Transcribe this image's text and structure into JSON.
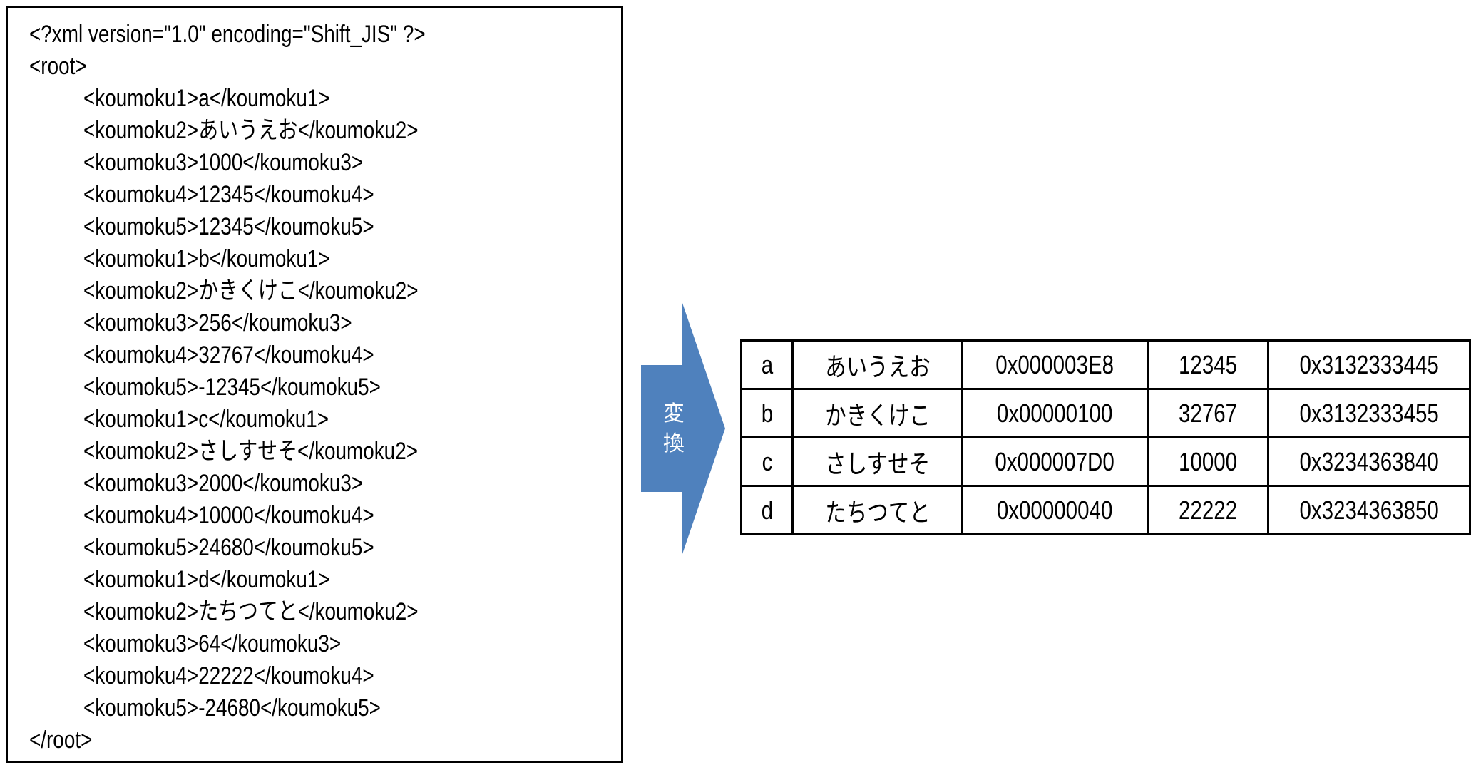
{
  "xml": {
    "lines": [
      {
        "text": "<?xml version=\"1.0\" encoding=\"Shift_JIS\" ?>",
        "indent": false
      },
      {
        "text": "<root>",
        "indent": false
      },
      {
        "text": "<koumoku1>a</koumoku1>",
        "indent": true
      },
      {
        "text": "<koumoku2>あいうえお</koumoku2>",
        "indent": true
      },
      {
        "text": "<koumoku3>1000</koumoku3>",
        "indent": true
      },
      {
        "text": "<koumoku4>12345</koumoku4>",
        "indent": true
      },
      {
        "text": "<koumoku5>12345</koumoku5>",
        "indent": true
      },
      {
        "text": "<koumoku1>b</koumoku1>",
        "indent": true
      },
      {
        "text": "<koumoku2>かきくけこ</koumoku2>",
        "indent": true
      },
      {
        "text": "<koumoku3>256</koumoku3>",
        "indent": true
      },
      {
        "text": "<koumoku4>32767</koumoku4>",
        "indent": true
      },
      {
        "text": "<koumoku5>-12345</koumoku5>",
        "indent": true
      },
      {
        "text": "<koumoku1>c</koumoku1>",
        "indent": true
      },
      {
        "text": "<koumoku2>さしすせそ</koumoku2>",
        "indent": true
      },
      {
        "text": "<koumoku3>2000</koumoku3>",
        "indent": true
      },
      {
        "text": "<koumoku4>10000</koumoku4>",
        "indent": true
      },
      {
        "text": "<koumoku5>24680</koumoku5>",
        "indent": true
      },
      {
        "text": "<koumoku1>d</koumoku1>",
        "indent": true
      },
      {
        "text": "<koumoku2>たちつてと</koumoku2>",
        "indent": true
      },
      {
        "text": "<koumoku3>64</koumoku3>",
        "indent": true
      },
      {
        "text": "<koumoku4>22222</koumoku4>",
        "indent": true
      },
      {
        "text": "<koumoku5>-24680</koumoku5>",
        "indent": true
      },
      {
        "text": "</root>",
        "indent": false
      }
    ]
  },
  "arrow": {
    "label_chars": [
      "変",
      "換"
    ],
    "color": "#4f81bd"
  },
  "table": {
    "rows": [
      [
        "a",
        "あいうえお",
        "0x000003E8",
        "12345",
        "0x3132333445"
      ],
      [
        "b",
        "かきくけこ",
        "0x00000100",
        "32767",
        "0x3132333455"
      ],
      [
        "c",
        "さしすせそ",
        "0x000007D0",
        "10000",
        "0x3234363840"
      ],
      [
        "d",
        "たちつてと",
        "0x00000040",
        "22222",
        "0x3234363850"
      ]
    ]
  }
}
